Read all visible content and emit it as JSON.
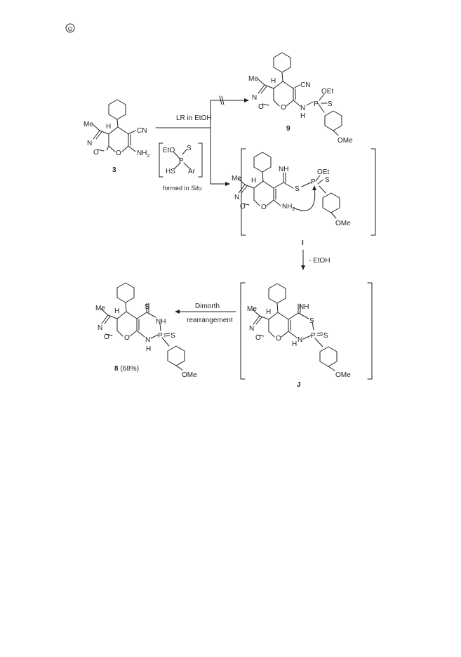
{
  "corner_mark": "⊙",
  "arrows": {
    "reagent_top": "LR in EtOH",
    "reagent_bottom": "formed in",
    "reagent_bottom_italic": "Situ",
    "elimination": "- EtOH",
    "dimroth_1": "Dimorth",
    "dimroth_2": "rearrangement"
  },
  "reagent_box": {
    "eto": "EtO",
    "s": "S",
    "p": "P",
    "hs": "HS",
    "ar": "Ar"
  },
  "compounds": {
    "c3": {
      "id": "3",
      "me": "Me",
      "n": "N",
      "o1": "O",
      "o2": "O",
      "h": "H",
      "cn": "CN",
      "nh2": "NH",
      "nh2_sub": "2"
    },
    "c9": {
      "id": "9",
      "me": "Me",
      "n": "N",
      "o1": "O",
      "o2": "O",
      "h": "H",
      "cn": "CN",
      "nh": "N",
      "nh_h": "H",
      "p": "P",
      "s": "S",
      "oet": "OEt",
      "ome": "OMe"
    },
    "ci": {
      "id": "I",
      "me": "Me",
      "n": "N",
      "o1": "O",
      "o2": "O",
      "h": "H",
      "imine": "NH",
      "s": "S",
      "p": "P",
      "s2": "S",
      "oet": "OEt",
      "nh2": "NH",
      "nh2_sub": "2",
      "ome": "OMe"
    },
    "cj": {
      "id": "J",
      "me": "Me",
      "n": "N",
      "o1": "O",
      "o2": "O",
      "h": "H",
      "imine": "NH",
      "s": "S",
      "p": "P",
      "s2": "S",
      "nh": "N",
      "nh_h": "H",
      "ome": "OMe"
    },
    "c8": {
      "id": "8",
      "yield": "(68%)",
      "me": "Me",
      "n": "N",
      "o1": "O",
      "o2": "O",
      "h": "H",
      "s": "S",
      "nh_top": "NH",
      "p": "P",
      "s2": "S",
      "nh": "N",
      "nh_h": "H",
      "ome": "OMe"
    }
  }
}
